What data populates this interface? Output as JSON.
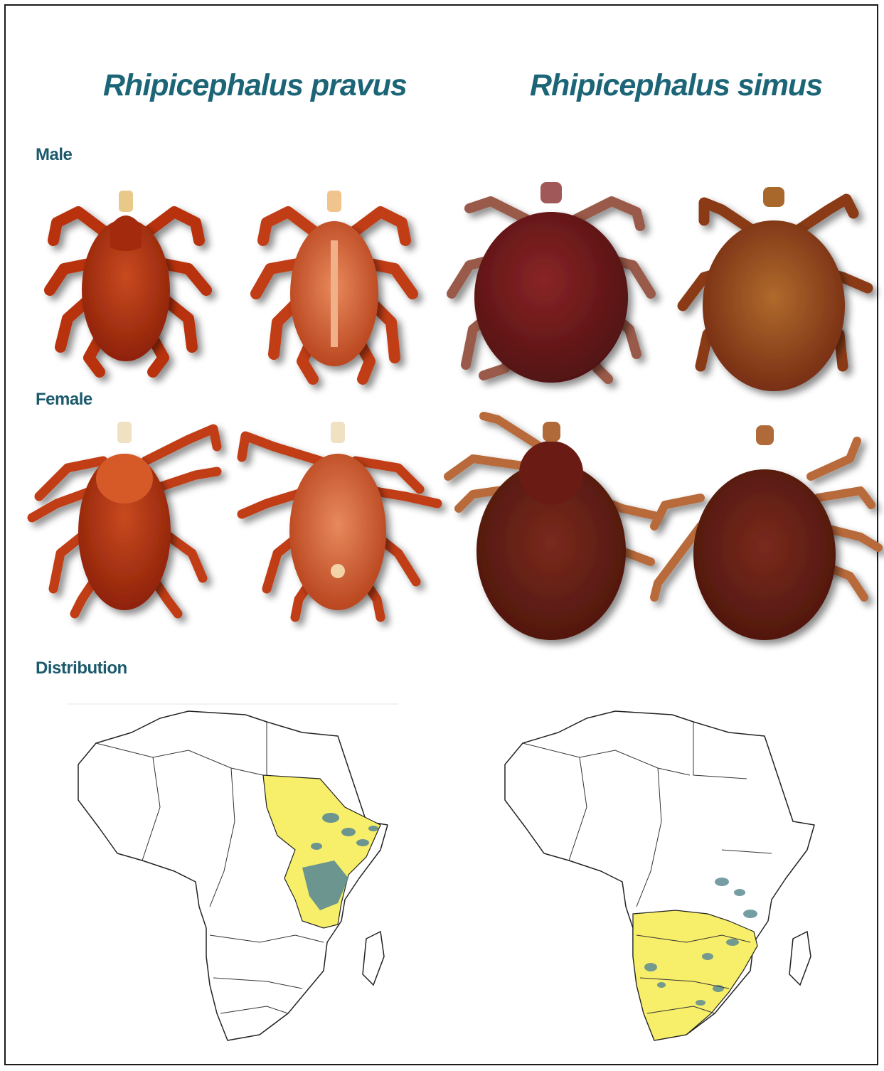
{
  "species": [
    {
      "name": "Rhipicephalus pravus"
    },
    {
      "name": "Rhipicephalus simus"
    }
  ],
  "labels": {
    "male": "Male",
    "female": "Female",
    "distribution": "Distribution"
  },
  "colors": {
    "title_text": "#1b6577",
    "label_text": "#1b5a6c",
    "range_fill": "#f7ee6a",
    "record_marks": "#5e8c95",
    "tick_pravus": "#b8320f",
    "tick_simus_male": "#6b1616",
    "tick_simus_female": "#5a1a12"
  },
  "specimens": [
    {
      "species": "Rhipicephalus pravus",
      "sex": "male",
      "view": "dorsal"
    },
    {
      "species": "Rhipicephalus pravus",
      "sex": "male",
      "view": "ventral"
    },
    {
      "species": "Rhipicephalus simus",
      "sex": "male",
      "view": "dorsal"
    },
    {
      "species": "Rhipicephalus simus",
      "sex": "male",
      "view": "ventral"
    },
    {
      "species": "Rhipicephalus pravus",
      "sex": "female",
      "view": "dorsal"
    },
    {
      "species": "Rhipicephalus pravus",
      "sex": "female",
      "view": "ventral"
    },
    {
      "species": "Rhipicephalus simus",
      "sex": "female",
      "view": "dorsal"
    },
    {
      "species": "Rhipicephalus simus",
      "sex": "female",
      "view": "ventral"
    }
  ],
  "maps": [
    {
      "species": "Rhipicephalus pravus",
      "region": "Africa",
      "range": "East Africa"
    },
    {
      "species": "Rhipicephalus simus",
      "region": "Africa",
      "range": "Southern Africa"
    }
  ]
}
